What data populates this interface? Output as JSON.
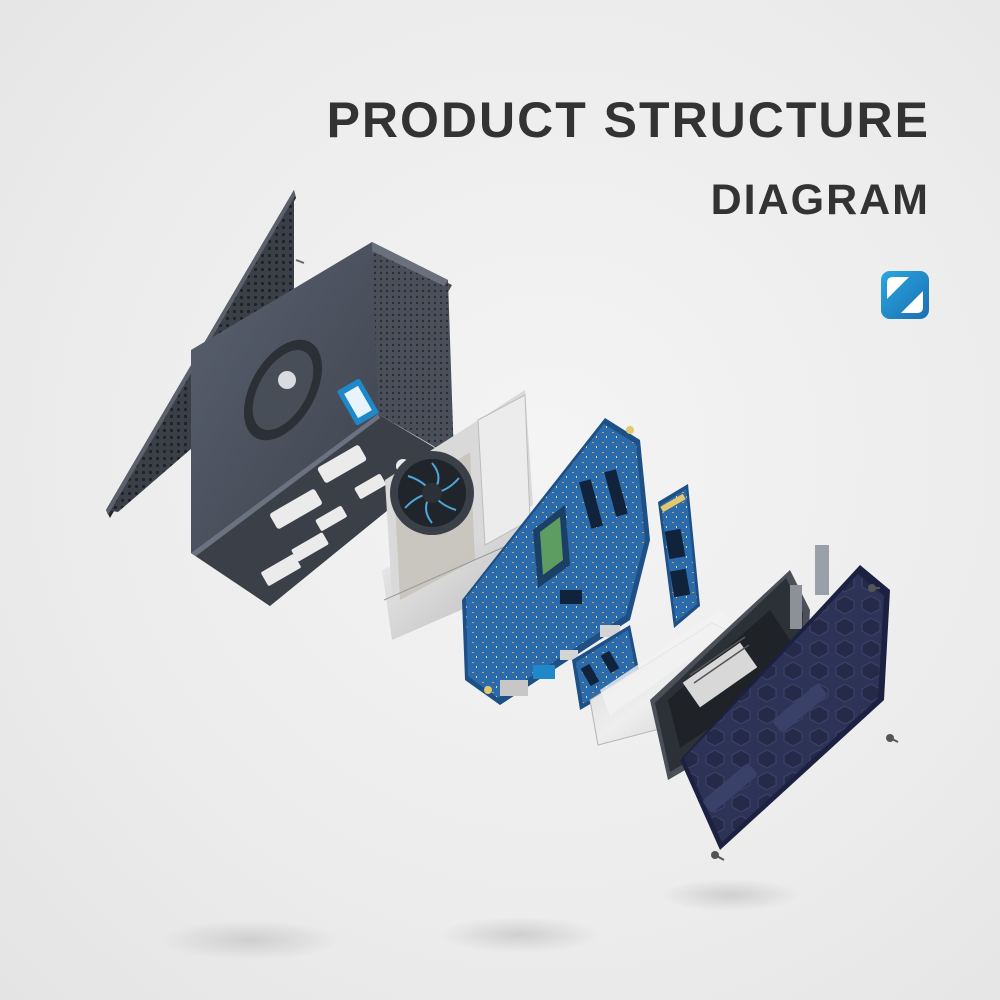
{
  "title": {
    "line1": "PRODUCT STRUCTURE",
    "line2": "DIAGRAM"
  },
  "colors": {
    "background": "#ececec",
    "title": "#333333",
    "accent": "#1f88c9",
    "chassis": "#3f4650",
    "bottom_plate": "#2a3052",
    "pcb": "#2f6fb0"
  },
  "icons": {
    "logo": "brand-logo-icon"
  },
  "components": [
    "mesh-top-cover",
    "chassis-shell",
    "cooling-fan",
    "motherboard",
    "m2-ssd",
    "thermal-shield",
    "sata-ssd",
    "bottom-plate"
  ]
}
